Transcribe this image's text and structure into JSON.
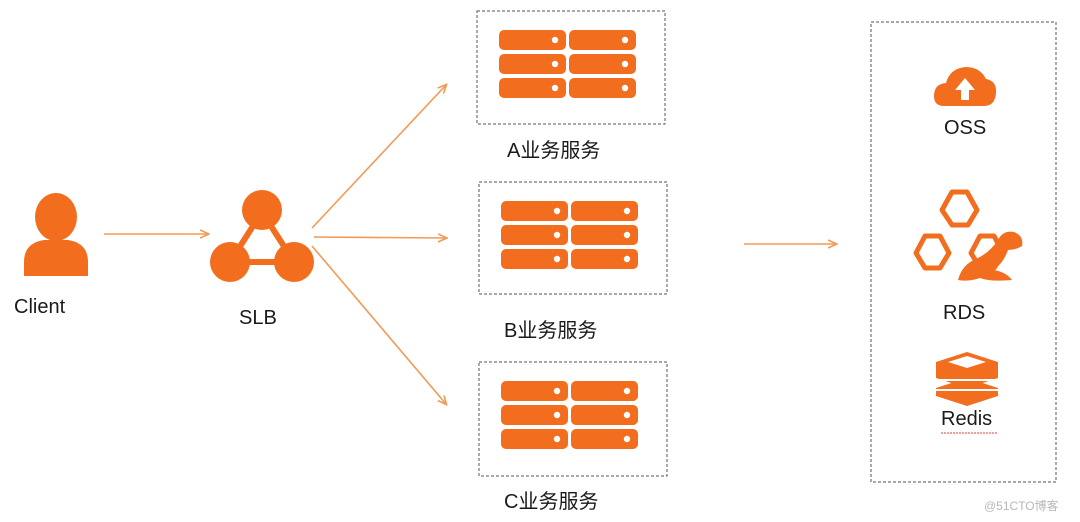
{
  "colors": {
    "accent": "#f26d1e",
    "arrow": "#f29a55",
    "text": "#1a1a1a",
    "border": "#555555"
  },
  "client": {
    "label": "Client",
    "icon": "person-icon"
  },
  "slb": {
    "label": "SLB",
    "icon": "load-balancer-icon"
  },
  "services": [
    {
      "label": "A业务服务",
      "icon": "server-rack-icon"
    },
    {
      "label": "B业务服务",
      "icon": "server-rack-icon"
    },
    {
      "label": "C业务服务",
      "icon": "server-rack-icon"
    }
  ],
  "backends": [
    {
      "label": "OSS",
      "icon": "cloud-upload-icon"
    },
    {
      "label": "RDS",
      "icon": "database-seal-icon"
    },
    {
      "label": "Redis",
      "icon": "stacked-layers-icon"
    }
  ],
  "watermark": "@51CTO博客"
}
